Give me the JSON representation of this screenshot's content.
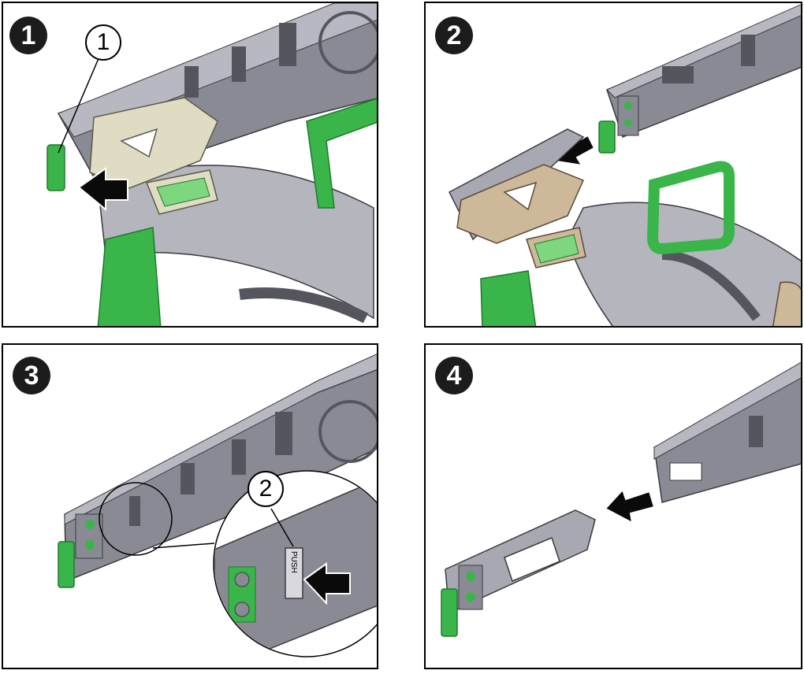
{
  "panels": [
    {
      "step": "1",
      "callout": "1"
    },
    {
      "step": "2"
    },
    {
      "step": "3",
      "callout": "2",
      "push_label": "PUSH"
    },
    {
      "step": "4"
    }
  ],
  "colors": {
    "rail": "#8a8a95",
    "rail_dark": "#55555e",
    "rail_light": "#c4c4cc",
    "green": "#39b54a",
    "green_dark": "#1f7a2c",
    "tan_light": "#e0dcc4",
    "tan": "#cdb89a",
    "arrow": "#0a0a0a"
  }
}
